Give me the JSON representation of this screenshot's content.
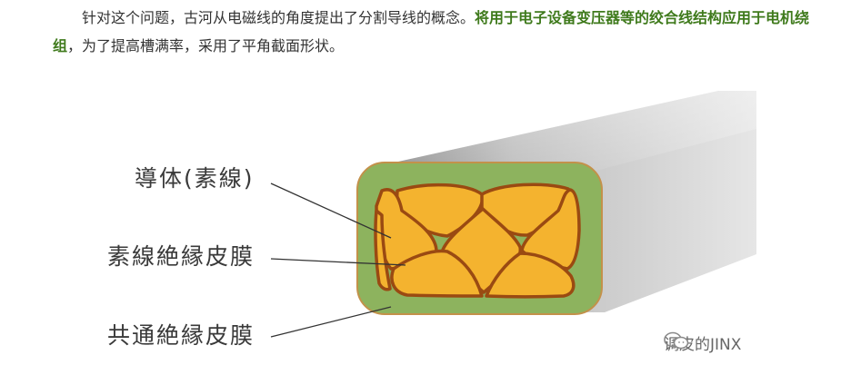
{
  "paragraph": {
    "lead": "针对这个问题，古河从电磁线的角度提出了分割导线的概念。",
    "highlight": "将用于电子设备变压器等的绞合线结构应用于电机绕组",
    "tail": "，为了提高槽满率，采用了平角截面形状。"
  },
  "figure": {
    "labels": {
      "conductor": "導体(素線)",
      "strand_insulation": "素線絶縁皮膜",
      "common_insulation": "共通絶縁皮膜"
    },
    "colors": {
      "conductor": "#f4b32f",
      "conductor_outline": "#9a4a12",
      "insulation": "#8db35e",
      "insulation_outline": "#c3914a",
      "body_shadow": "#cfcfcf"
    }
  },
  "watermark": {
    "icon": "wechat-icon",
    "text": "调皮的JINX"
  }
}
